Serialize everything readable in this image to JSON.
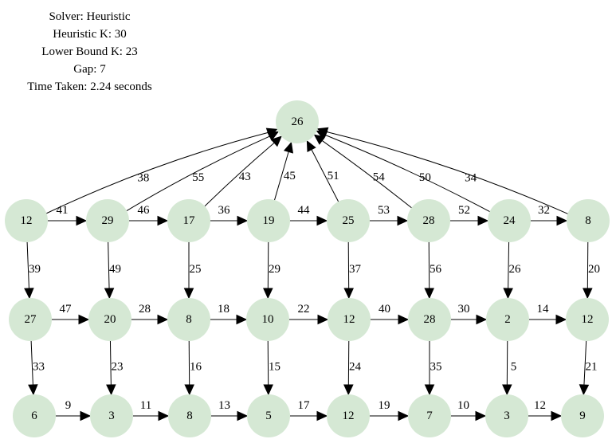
{
  "header": {
    "solver": "Solver: Heuristic",
    "heuristic_k": "Heuristic K: 30",
    "lower_bound_k": "Lower Bound K: 23",
    "gap": "Gap: 7",
    "time_taken": "Time Taken: 2.24 seconds"
  },
  "graph": {
    "node_color": "#d5e8d4",
    "nodes": [
      {
        "id": "root",
        "label": "26"
      },
      {
        "id": "r1c1",
        "label": "12"
      },
      {
        "id": "r1c2",
        "label": "29"
      },
      {
        "id": "r1c3",
        "label": "17"
      },
      {
        "id": "r1c4",
        "label": "19"
      },
      {
        "id": "r1c5",
        "label": "25"
      },
      {
        "id": "r1c6",
        "label": "28"
      },
      {
        "id": "r1c7",
        "label": "24"
      },
      {
        "id": "r1c8",
        "label": "8"
      },
      {
        "id": "r2c1",
        "label": "27"
      },
      {
        "id": "r2c2",
        "label": "20"
      },
      {
        "id": "r2c3",
        "label": "8"
      },
      {
        "id": "r2c4",
        "label": "10"
      },
      {
        "id": "r2c5",
        "label": "12"
      },
      {
        "id": "r2c6",
        "label": "28"
      },
      {
        "id": "r2c7",
        "label": "2"
      },
      {
        "id": "r2c8",
        "label": "12"
      },
      {
        "id": "r3c1",
        "label": "6"
      },
      {
        "id": "r3c2",
        "label": "3"
      },
      {
        "id": "r3c3",
        "label": "8"
      },
      {
        "id": "r3c4",
        "label": "5"
      },
      {
        "id": "r3c5",
        "label": "12"
      },
      {
        "id": "r3c6",
        "label": "7"
      },
      {
        "id": "r3c7",
        "label": "3"
      },
      {
        "id": "r3c8",
        "label": "9"
      }
    ],
    "edges": [
      {
        "from": "r1c1",
        "to": "root",
        "label": "38"
      },
      {
        "from": "r1c2",
        "to": "root",
        "label": "55"
      },
      {
        "from": "r1c3",
        "to": "root",
        "label": "43"
      },
      {
        "from": "r1c4",
        "to": "root",
        "label": "45"
      },
      {
        "from": "r1c5",
        "to": "root",
        "label": "51"
      },
      {
        "from": "r1c6",
        "to": "root",
        "label": "54"
      },
      {
        "from": "r1c7",
        "to": "root",
        "label": "50"
      },
      {
        "from": "r1c8",
        "to": "root",
        "label": "34"
      },
      {
        "from": "r1c1",
        "to": "r1c2",
        "label": "41"
      },
      {
        "from": "r1c2",
        "to": "r1c3",
        "label": "46"
      },
      {
        "from": "r1c3",
        "to": "r1c4",
        "label": "36"
      },
      {
        "from": "r1c4",
        "to": "r1c5",
        "label": "44"
      },
      {
        "from": "r1c5",
        "to": "r1c6",
        "label": "53"
      },
      {
        "from": "r1c6",
        "to": "r1c7",
        "label": "52"
      },
      {
        "from": "r1c7",
        "to": "r1c8",
        "label": "32"
      },
      {
        "from": "r1c1",
        "to": "r2c1",
        "label": "39"
      },
      {
        "from": "r1c2",
        "to": "r2c2",
        "label": "49"
      },
      {
        "from": "r1c3",
        "to": "r2c3",
        "label": "25"
      },
      {
        "from": "r1c4",
        "to": "r2c4",
        "label": "29"
      },
      {
        "from": "r1c5",
        "to": "r2c5",
        "label": "37"
      },
      {
        "from": "r1c6",
        "to": "r2c6",
        "label": "56"
      },
      {
        "from": "r1c7",
        "to": "r2c7",
        "label": "26"
      },
      {
        "from": "r1c8",
        "to": "r2c8",
        "label": "20"
      },
      {
        "from": "r2c1",
        "to": "r2c2",
        "label": "47"
      },
      {
        "from": "r2c2",
        "to": "r2c3",
        "label": "28"
      },
      {
        "from": "r2c3",
        "to": "r2c4",
        "label": "18"
      },
      {
        "from": "r2c4",
        "to": "r2c5",
        "label": "22"
      },
      {
        "from": "r2c5",
        "to": "r2c6",
        "label": "40"
      },
      {
        "from": "r2c6",
        "to": "r2c7",
        "label": "30"
      },
      {
        "from": "r2c7",
        "to": "r2c8",
        "label": "14"
      },
      {
        "from": "r2c1",
        "to": "r3c1",
        "label": "33"
      },
      {
        "from": "r2c2",
        "to": "r3c2",
        "label": "23"
      },
      {
        "from": "r2c3",
        "to": "r3c3",
        "label": "16"
      },
      {
        "from": "r2c4",
        "to": "r3c4",
        "label": "15"
      },
      {
        "from": "r2c5",
        "to": "r3c5",
        "label": "24"
      },
      {
        "from": "r2c6",
        "to": "r3c6",
        "label": "35"
      },
      {
        "from": "r2c7",
        "to": "r3c7",
        "label": "5"
      },
      {
        "from": "r2c8",
        "to": "r3c8",
        "label": "21"
      },
      {
        "from": "r3c1",
        "to": "r3c2",
        "label": "9"
      },
      {
        "from": "r3c2",
        "to": "r3c3",
        "label": "11"
      },
      {
        "from": "r3c3",
        "to": "r3c4",
        "label": "13"
      },
      {
        "from": "r3c4",
        "to": "r3c5",
        "label": "17"
      },
      {
        "from": "r3c5",
        "to": "r3c6",
        "label": "19"
      },
      {
        "from": "r3c6",
        "to": "r3c7",
        "label": "10"
      },
      {
        "from": "r3c7",
        "to": "r3c8",
        "label": "12"
      }
    ]
  }
}
